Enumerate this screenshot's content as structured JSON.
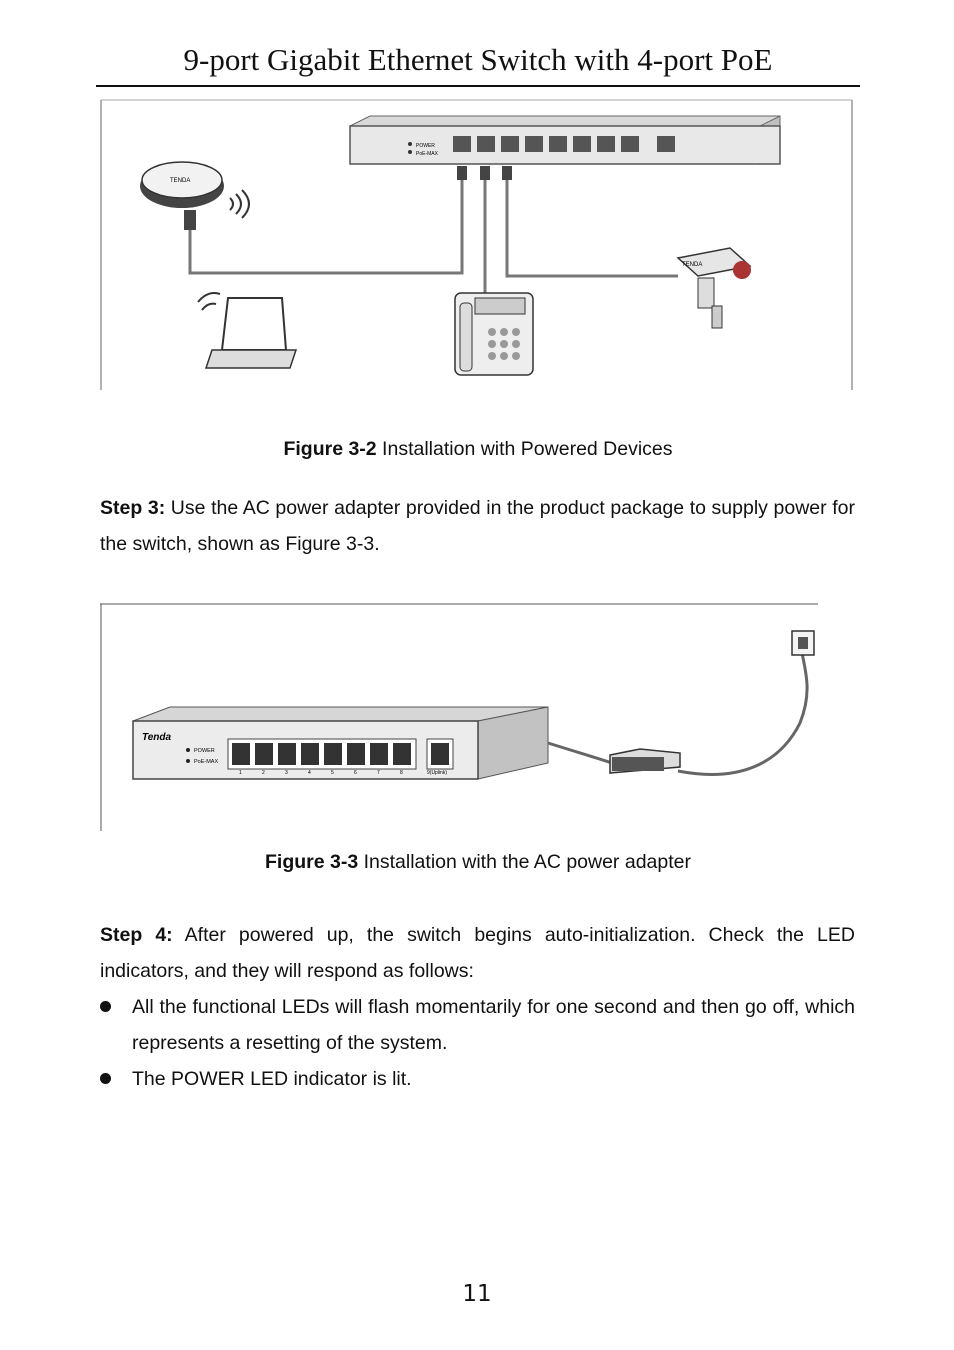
{
  "header": {
    "title": "9-port Gigabit Ethernet Switch with 4-port PoE"
  },
  "figure_3_2": {
    "caption_label": "Figure 3-2",
    "caption_text": " Installation with Powered Devices",
    "switch_led_labels": [
      "POWER",
      "PoE-MAX"
    ],
    "ap_brand": "TENDA",
    "camera_brand": "TENDA"
  },
  "step3": {
    "label": "Step 3:",
    "text": " Use the AC power adapter provided in the product package to supply power for the switch, shown as Figure 3-3."
  },
  "figure_3_3": {
    "caption_label": "Figure 3-3",
    "caption_text": " Installation with the AC power adapter",
    "switch_brand": "Tenda",
    "led_labels": [
      "POWER",
      "PoE-MAX"
    ],
    "port_numbers": [
      "1",
      "2",
      "3",
      "4",
      "5",
      "6",
      "7",
      "8"
    ],
    "uplink_label": "9(Uplink)"
  },
  "step4": {
    "label": "Step 4:",
    "text": " After powered up, the switch begins auto-initialization. Check the LED indicators, and they will respond as follows:"
  },
  "bullets": [
    "All the functional LEDs will flash momentarily for one second and then go off, which represents a resetting of the system.",
    "The POWER LED indicator is lit."
  ],
  "page_number": "11"
}
